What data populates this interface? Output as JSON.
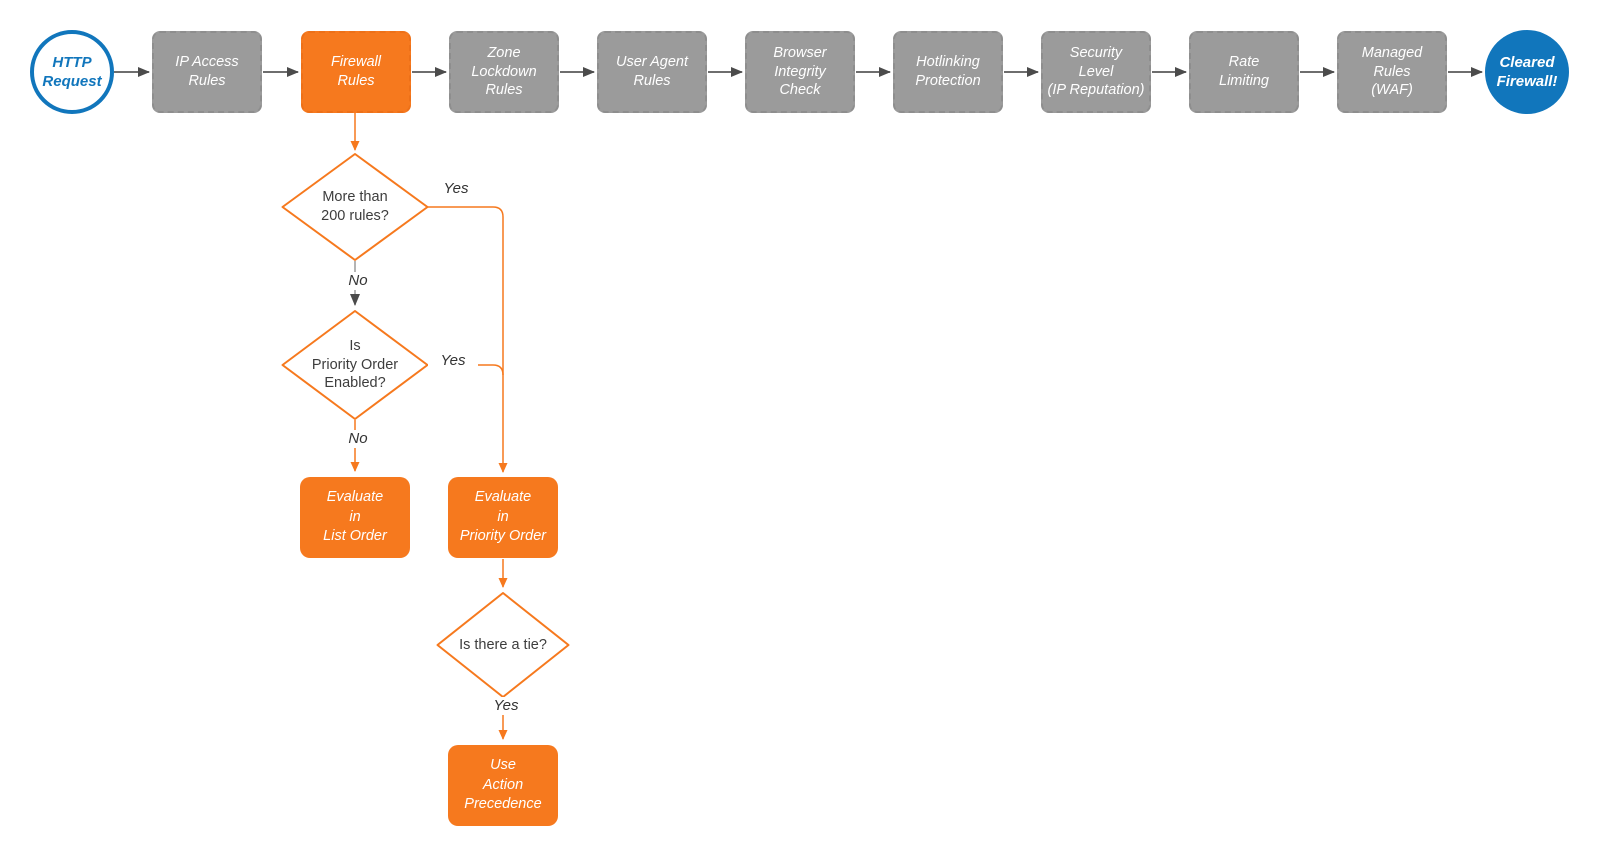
{
  "colors": {
    "accent_orange": "#F6791E",
    "node_gray": "#9B9B9B",
    "brand_blue": "#1176BC",
    "connector_gray": "#5A5A5A",
    "text_dark": "#3D3D3D"
  },
  "start_node": {
    "label": "HTTP\nRequest"
  },
  "end_node": {
    "label": "Cleared\nFirewall!"
  },
  "pipeline": [
    {
      "label": "IP Access\nRules",
      "highlighted": false
    },
    {
      "label": "Firewall\nRules",
      "highlighted": true
    },
    {
      "label": "Zone\nLockdown\nRules",
      "highlighted": false
    },
    {
      "label": "User Agent\nRules",
      "highlighted": false
    },
    {
      "label": "Browser\nIntegrity\nCheck",
      "highlighted": false
    },
    {
      "label": "Hotlinking\nProtection",
      "highlighted": false
    },
    {
      "label": "Security\nLevel\n(IP Reputation)",
      "highlighted": false
    },
    {
      "label": "Rate\nLimiting",
      "highlighted": false
    },
    {
      "label": "Managed\nRules\n(WAF)",
      "highlighted": false
    }
  ],
  "decisions": [
    {
      "label": "More than\n200 rules?"
    },
    {
      "label": "Is\nPriority Order\nEnabled?"
    },
    {
      "label": "Is there a tie?"
    }
  ],
  "actions": [
    {
      "label": "Evaluate\nin\nList Order"
    },
    {
      "label": "Evaluate\nin\nPriority Order"
    },
    {
      "label": "Use\nAction\nPrecedence"
    }
  ],
  "edge_labels": {
    "more_rules_yes": "Yes",
    "more_rules_no": "No",
    "priority_enabled_yes": "Yes",
    "priority_enabled_no": "No",
    "tie_yes": "Yes"
  }
}
